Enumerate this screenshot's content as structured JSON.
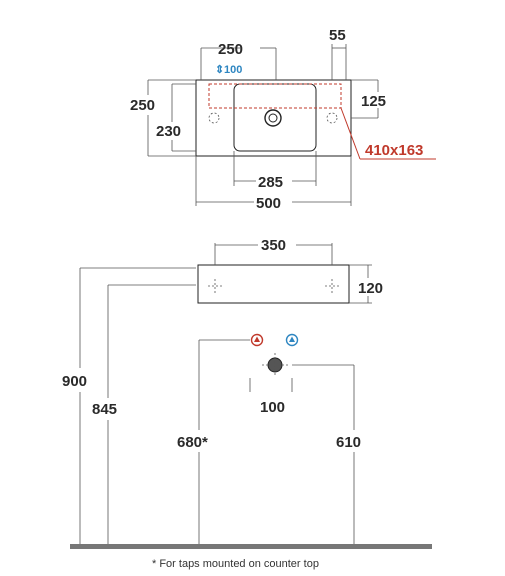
{
  "top_view": {
    "dim_top_width": "250",
    "dim_right_offset": "55",
    "dim_inset_100": "100",
    "dim_left_height": "250",
    "dim_inner_height": "230",
    "dim_right_125": "125",
    "dim_basin": "410x163",
    "dim_bottom_285": "285",
    "dim_overall_500": "500"
  },
  "side_view": {
    "dim_mount_350": "350",
    "dim_depth_120": "120"
  },
  "elevation": {
    "dim_900": "900",
    "dim_845": "845",
    "dim_680": "680*",
    "dim_610": "610",
    "dim_100": "100"
  },
  "footnote": "* For taps mounted on counter top",
  "colors": {
    "line": "#222222",
    "red_accent": "#c0392b",
    "blue_accent": "#2e86c1",
    "floor": "#777777"
  }
}
